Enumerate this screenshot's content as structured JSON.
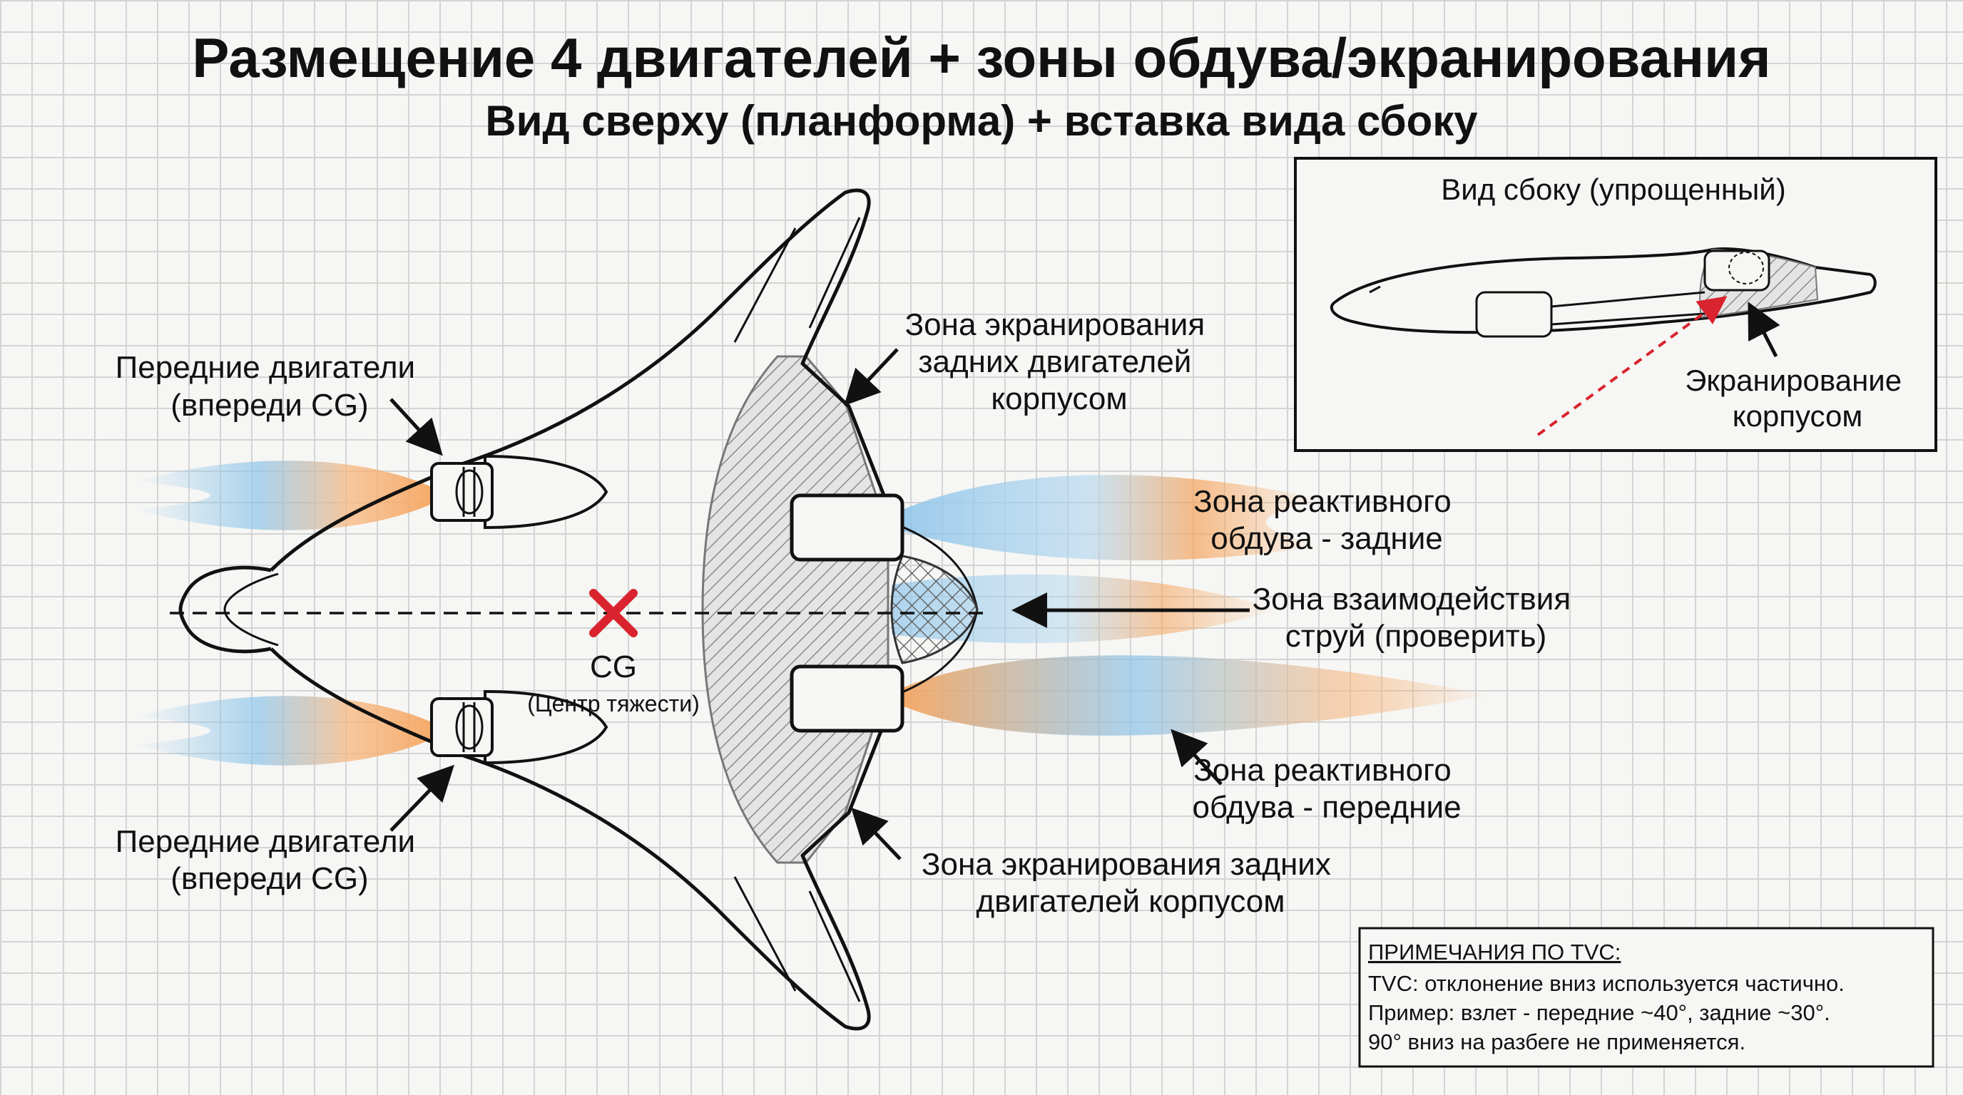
{
  "title": "Размещение 4 двигателей + зоны обдува/экранирования",
  "subtitle": "Вид сверху (планформа) + вставка вида сбоку",
  "labels": {
    "front_engines_top": [
      "Передние двигатели",
      "(впереди CG)"
    ],
    "front_engines_bottom": [
      "Передние двигатели",
      "(впереди CG)"
    ],
    "shield_zone_top": [
      "Зона экранирования",
      "задних двигателей",
      "корпусом"
    ],
    "blow_zone_rear": [
      "Зона реактивного",
      "обдува - задние"
    ],
    "interaction_zone": [
      "Зона взаимодействия",
      "струй (проверить)"
    ],
    "blow_zone_front": [
      "Зона реактивного",
      "обдува - передние"
    ],
    "shield_zone_bottom": [
      "Зона экранирования задних",
      "двигателей корпусом"
    ],
    "cg": "CG",
    "cg_caption": "(Центр тяжести)"
  },
  "inset": {
    "title": "Вид сбоку (упрощенный)",
    "shield_label": [
      "Экранирование",
      "корпусом"
    ]
  },
  "notes": {
    "heading": "ПРИМЕЧАНИЯ ПО TVC:",
    "lines": [
      "TVC: отклонение вниз используется частично.",
      "Пример: взлет - передние ~40°, задние ~30°.",
      "90° вниз на разбеге не применяется."
    ]
  },
  "colors": {
    "plume_hot": "#f5a25a",
    "plume_cool": "#8cc4ea",
    "cg_marker": "#d9232e",
    "arrow_red": "#d9232e",
    "line": "#111111"
  }
}
